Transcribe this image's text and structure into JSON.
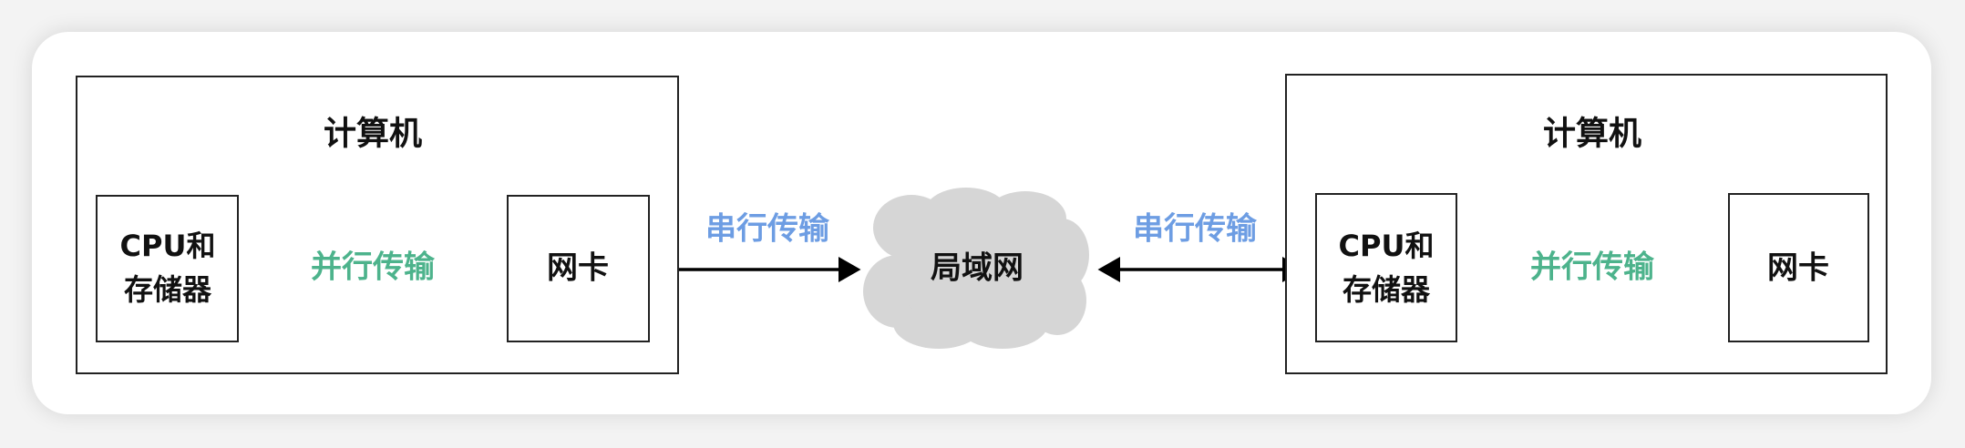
{
  "left_computer": {
    "title": "计算机",
    "cpu_label_line1": "CPU和",
    "cpu_label_line2": "存储器",
    "transfer_label": "并行传输",
    "nic_label": "网卡"
  },
  "right_computer": {
    "title": "计算机",
    "cpu_label_line1": "CPU和",
    "cpu_label_line2": "存储器",
    "transfer_label": "并行传输",
    "nic_label": "网卡"
  },
  "network": {
    "label": "局域网",
    "left_link_label": "串行传输",
    "right_link_label": "串行传输"
  },
  "colors": {
    "parallel": "#4db38c",
    "serial": "#6d9de3",
    "cloud": "#d6d6d6"
  }
}
